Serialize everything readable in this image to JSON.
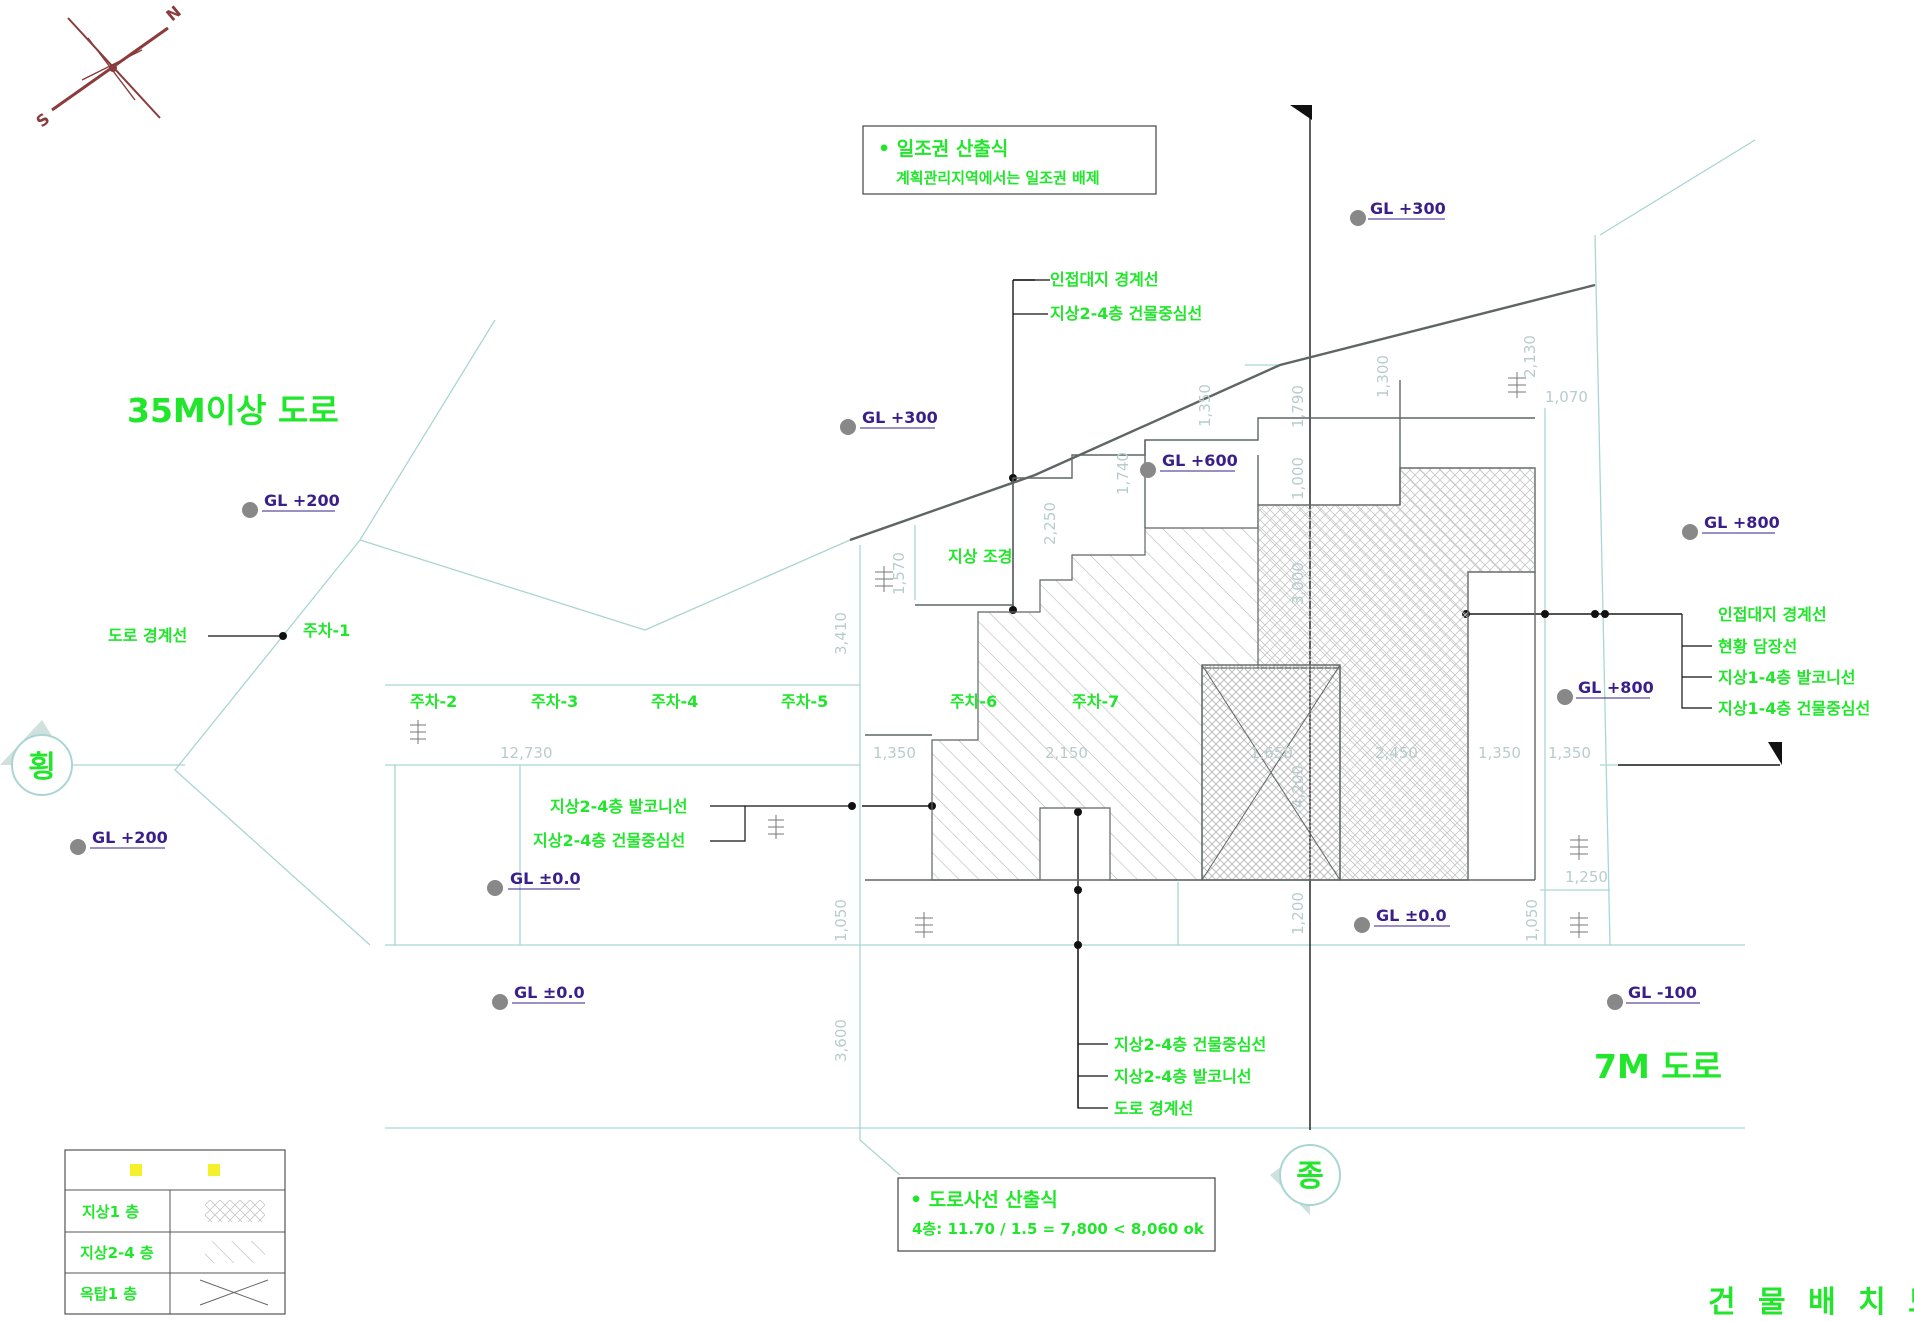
{
  "roads": {
    "road_35m": "35M이상 도로",
    "road_7m": "7M 도로"
  },
  "drawing_title": "건 물 배 치 도",
  "note_sunlight": {
    "title": "• 일조권 산출식",
    "body": "계획관리지역에서는 일조권 배제"
  },
  "note_road_line": {
    "title": "• 도로사선 산출식",
    "body": "4층: 11.70 / 1.5 = 7,800 < 8,060 ok"
  },
  "section_marks": {
    "lateral": "횡",
    "longitudinal": "종"
  },
  "compass": {
    "north": "N",
    "south": "S"
  },
  "ground_levels": [
    "GL +300",
    "GL +200",
    "GL +300",
    "GL +600",
    "GL +800",
    "GL +800",
    "GL +200",
    "GL ±0.0",
    "GL ±0.0",
    "GL ±0.0",
    "GL -100"
  ],
  "parking": [
    "주차-1",
    "주차-2",
    "주차-3",
    "주차-4",
    "주차-5",
    "주차-6",
    "주차-7"
  ],
  "labels": {
    "top_adjacent_boundary": "인접대지 경계선",
    "top_center_line": "지상2-4층 건물중심선",
    "landscape": "지상 조경",
    "left_road_boundary": "도로 경계선",
    "mid_balcony": "지상2-4층 발코니선",
    "mid_center_line": "지상2-4층 건물중심선",
    "right_adjacent_boundary": "인접대지 경계선",
    "right_fence": "현황 담장선",
    "right_balcony": "지상1-4층 발코니선",
    "right_center_line": "지상1-4층 건물중심선",
    "bottom_center_line": "지상2-4층 건물중심선",
    "bottom_balcony": "지상2-4층 발코니선",
    "bottom_road_boundary": "도로 경계선"
  },
  "dimensions": {
    "d12730": "12,730",
    "d1350a": "1,350",
    "d2150": "2,150",
    "d1650": "1,650",
    "d2450": "2,450",
    "d1350b": "1,350",
    "d1350c": "1,350",
    "d3410": "3,410",
    "d1570": "1,570",
    "d2250": "2,250",
    "d1740": "1,740",
    "d1350v": "1,350",
    "d1790": "1,790",
    "d1300": "1,300",
    "d2130": "2,130",
    "d1070": "1,070",
    "d1000": "1,000",
    "d3000": "3,000",
    "d4200": "4,200",
    "d1050a": "1,050",
    "d1200": "1,200",
    "d1050b": "1,050",
    "d1250": "1,250",
    "d3600": "3,600"
  },
  "legend": {
    "rows": [
      "지상1 층",
      "지상2-4 층",
      "옥탑1 층"
    ]
  },
  "colors": {
    "label_green": "#21e62b",
    "gl_purple": "#3a1f8a",
    "dimension_line": "#a9d6d2",
    "legend_yellow": "#f4f02a"
  }
}
